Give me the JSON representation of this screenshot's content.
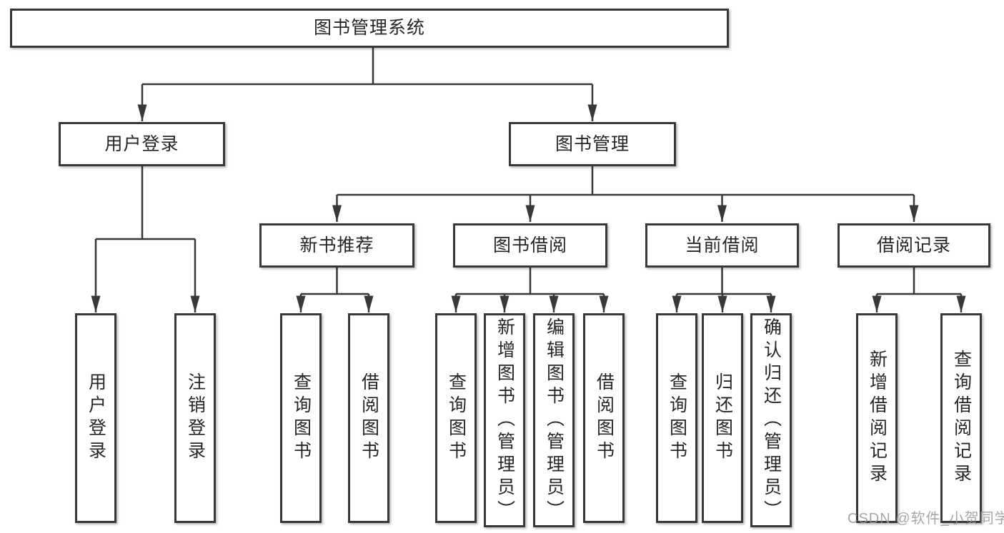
{
  "diagram": {
    "root": {
      "label": "图书管理系统"
    },
    "level2": [
      {
        "label": "用户登录"
      },
      {
        "label": "图书管理"
      }
    ],
    "level3": [
      {
        "label": "新书推荐",
        "parent": "图书管理"
      },
      {
        "label": "图书借阅",
        "parent": "图书管理"
      },
      {
        "label": "当前借阅",
        "parent": "图书管理"
      },
      {
        "label": "借阅记录",
        "parent": "图书管理"
      }
    ],
    "leaves": [
      {
        "label": "用户登录",
        "parent": "用户登录"
      },
      {
        "label": "注销登录",
        "parent": "用户登录"
      },
      {
        "label": "查询图书",
        "parent": "新书推荐"
      },
      {
        "label": "借阅图书",
        "parent": "新书推荐"
      },
      {
        "label": "查询图书",
        "parent": "图书借阅"
      },
      {
        "label": "新增图书（管理员）",
        "parent": "图书借阅"
      },
      {
        "label": "编辑图书（管理员）",
        "parent": "图书借阅"
      },
      {
        "label": "借阅图书",
        "parent": "图书借阅"
      },
      {
        "label": "查询图书",
        "parent": "当前借阅"
      },
      {
        "label": "归还图书",
        "parent": "当前借阅"
      },
      {
        "label": "确认归还（管理员）",
        "parent": "当前借阅"
      },
      {
        "label": "新增借阅记录",
        "parent": "借阅记录"
      },
      {
        "label": "查询借阅记录",
        "parent": "借阅记录"
      }
    ]
  },
  "watermark": {
    "text": "CSDN @软件_小贺同学"
  },
  "colors": {
    "line": "#383838",
    "box_border": "#383838",
    "text": "#262626",
    "watermark": "#969696",
    "background": "#ffffff"
  }
}
